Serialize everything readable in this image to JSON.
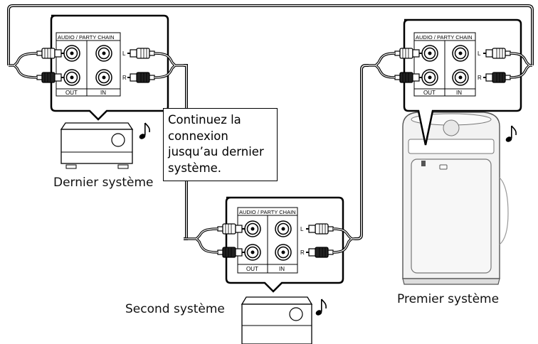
{
  "panel": {
    "header": "AUDIO / PARTY CHAIN",
    "left_channel": "L",
    "right_channel": "R",
    "out_label": "OUT",
    "in_label": "IN"
  },
  "note": {
    "lines": [
      "Continuez la",
      "connexion",
      "jusqu’au dernier",
      "système."
    ]
  },
  "labels": {
    "last_system": "Dernier système",
    "second_system": "Second système",
    "first_system": "Premier système"
  }
}
